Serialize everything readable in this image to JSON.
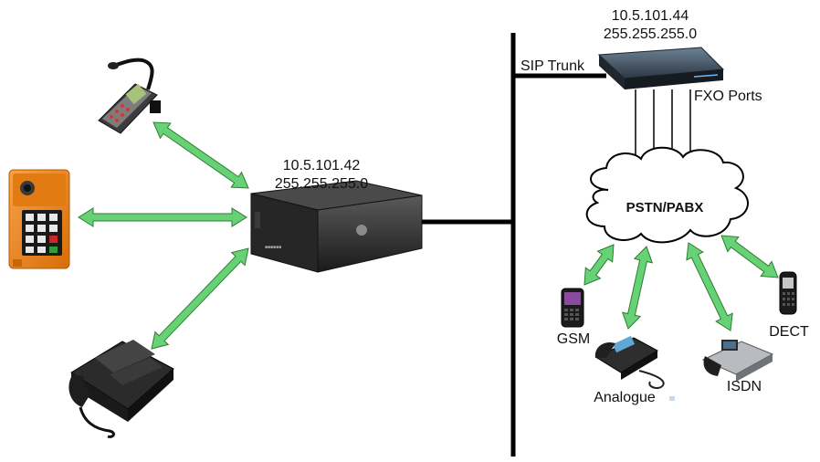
{
  "colors": {
    "arrow_fill": "#66d175",
    "arrow_stroke": "#2e7d32",
    "line": "#000000",
    "intercom_orange": "#f08a1c",
    "device_dark": "#1e1e1e"
  },
  "central_server": {
    "ip": "10.5.101.42",
    "mask": "255.255.255.0",
    "icon": "server-box-icon"
  },
  "gateway": {
    "ip": "10.5.101.44",
    "mask": "255.255.255.0",
    "icon": "voip-gateway-icon",
    "trunk_label": "SIP Trunk",
    "ports_label": "FXO Ports"
  },
  "cloud": {
    "label": "PSTN/PABX"
  },
  "left_devices": [
    {
      "name": "desk-microphone-console",
      "icon": "desk-console-icon"
    },
    {
      "name": "orange-intercom",
      "icon": "intercom-panel-icon"
    },
    {
      "name": "black-desk-phone",
      "icon": "desk-phone-icon"
    }
  ],
  "pstn_devices": [
    {
      "label": "GSM",
      "icon": "mobile-phone-icon"
    },
    {
      "label": "Analogue",
      "icon": "analogue-phone-icon"
    },
    {
      "label": "ISDN",
      "icon": "isdn-phone-icon"
    },
    {
      "label": "DECT",
      "icon": "dect-handset-icon"
    }
  ]
}
